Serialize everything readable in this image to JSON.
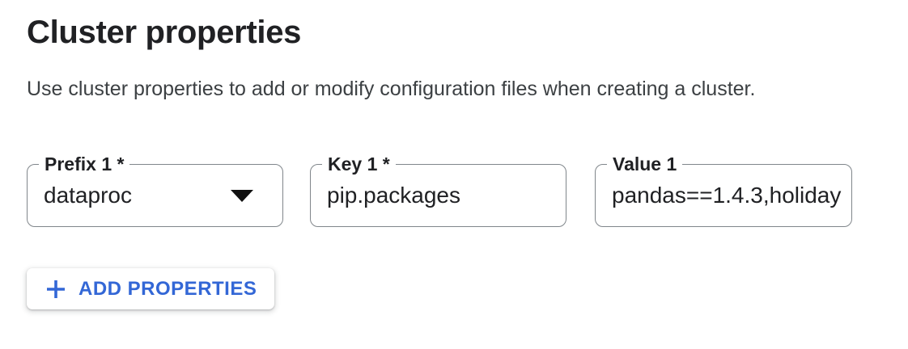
{
  "header": {
    "title": "Cluster properties",
    "description": "Use cluster properties to add or modify configuration files when creating a cluster."
  },
  "properties_row": {
    "prefix_field": {
      "label": "Prefix 1 *",
      "value": "dataproc"
    },
    "key_field": {
      "label": "Key 1 *",
      "value": "pip.packages"
    },
    "value_field": {
      "label": "Value 1",
      "value": "pandas==1.4.3,holiday"
    }
  },
  "actions": {
    "add_properties": {
      "label": "ADD PROPERTIES",
      "icon": "plus-icon"
    }
  },
  "colors": {
    "accent_blue": "#3367d6",
    "field_border": "#80868b",
    "text_primary": "#202124",
    "text_secondary": "#3c4043"
  }
}
